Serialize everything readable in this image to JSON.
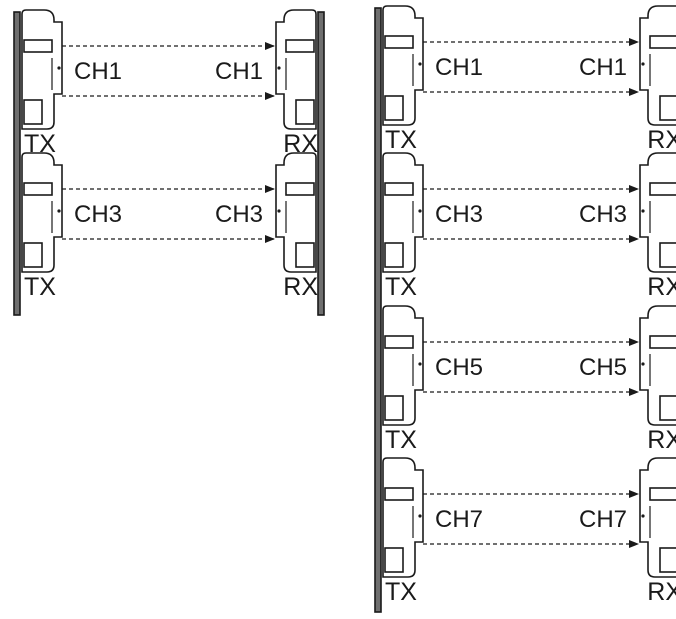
{
  "diagrams": [
    {
      "name": "two-pair-setup",
      "pairs": [
        {
          "tx_channel": "CH1",
          "rx_channel": "CH1",
          "tx_label": "TX",
          "rx_label": "RX"
        },
        {
          "tx_channel": "CH3",
          "rx_channel": "CH3",
          "tx_label": "TX",
          "rx_label": "RX"
        }
      ]
    },
    {
      "name": "four-pair-setup",
      "pairs": [
        {
          "tx_channel": "CH1",
          "rx_channel": "CH1",
          "tx_label": "TX",
          "rx_label": "RX"
        },
        {
          "tx_channel": "CH3",
          "rx_channel": "CH3",
          "tx_label": "TX",
          "rx_label": "RX"
        },
        {
          "tx_channel": "CH5",
          "rx_channel": "CH5",
          "tx_label": "TX",
          "rx_label": "RX"
        },
        {
          "tx_channel": "CH7",
          "rx_channel": "CH7",
          "tx_label": "TX",
          "rx_label": "RX"
        }
      ]
    }
  ]
}
